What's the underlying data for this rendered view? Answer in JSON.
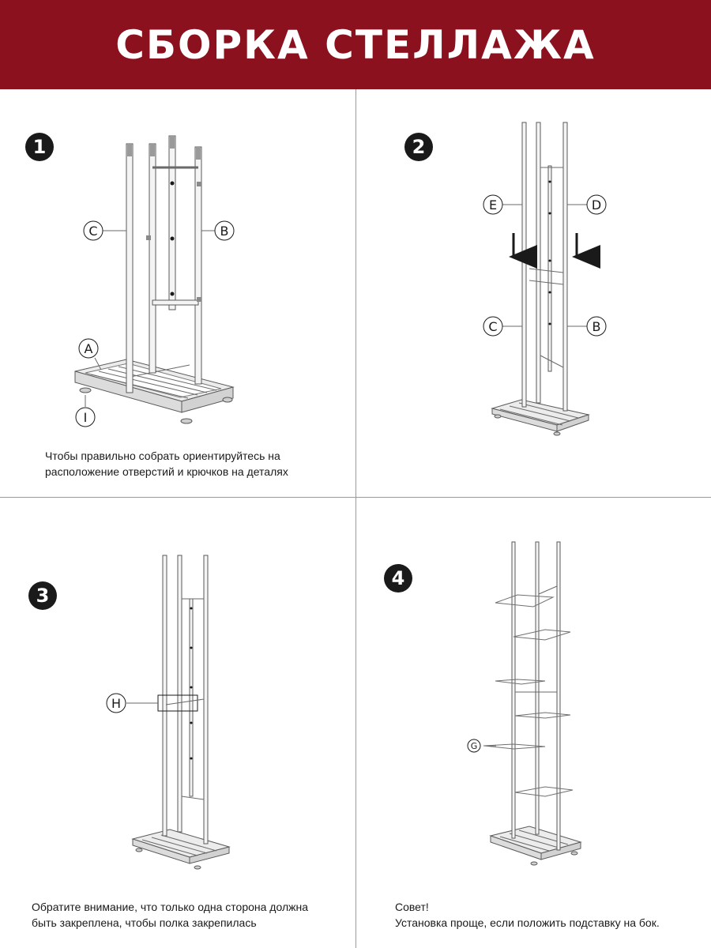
{
  "title": "СБОРКА СТЕЛЛАЖА",
  "steps": [
    {
      "number": "1",
      "caption_lines": [
        "Чтобы правильно собрать ориентируйтесь на",
        "расположение отверстий и крючков на деталях"
      ],
      "labels": [
        "C",
        "B",
        "A",
        "I"
      ]
    },
    {
      "number": "2",
      "caption_lines": [],
      "labels": [
        "E",
        "D",
        "C",
        "B"
      ]
    },
    {
      "number": "3",
      "caption_lines": [
        "Обратите внимание, что только одна сторона должна",
        "быть закреплена, чтобы полка закрепилась"
      ],
      "labels": [
        "H"
      ]
    },
    {
      "number": "4",
      "caption_lines": [
        "Совет!",
        "Установка проще, если положить  подставку на бок."
      ],
      "labels": [
        "G"
      ]
    }
  ],
  "colors": {
    "header_bg": "#8a111d",
    "header_text": "#ffffff",
    "step_badge": "#1a1a1a"
  }
}
